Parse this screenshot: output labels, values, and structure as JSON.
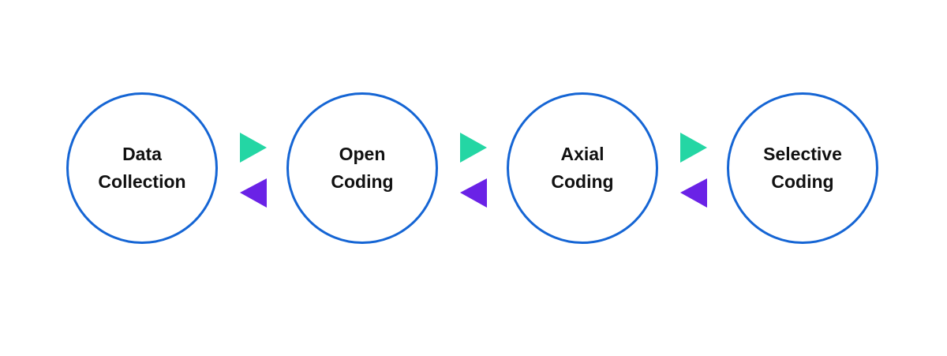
{
  "diagram": {
    "nodes": [
      {
        "line1": "Data",
        "line2": "Collection"
      },
      {
        "line1": "Open",
        "line2": "Coding"
      },
      {
        "line1": "Axial",
        "line2": "Coding"
      },
      {
        "line1": "Selective",
        "line2": "Coding"
      }
    ],
    "connectors": [
      {
        "forward_icon": "triangle-right-icon",
        "backward_icon": "triangle-left-icon"
      },
      {
        "forward_icon": "triangle-right-icon",
        "backward_icon": "triangle-left-icon"
      },
      {
        "forward_icon": "triangle-right-icon",
        "backward_icon": "triangle-left-icon"
      }
    ],
    "colors": {
      "circle_border": "#1565d4",
      "forward_arrow": "#24d6a4",
      "backward_arrow": "#6a22e6",
      "text": "#111111",
      "background": "#ffffff"
    }
  }
}
